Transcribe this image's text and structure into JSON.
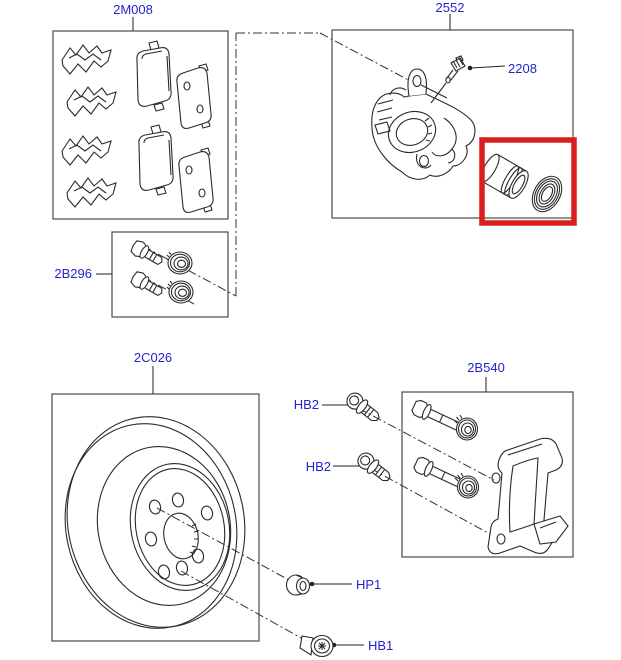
{
  "parts": {
    "pad_kit": "2M008",
    "caliper": "2552",
    "bleed_screw": "2208",
    "guide_pin_kit": "2B296",
    "disc": "2C026",
    "anchor_bracket": "2B540",
    "guide_bolt_upper": "HB2",
    "guide_bolt_lower": "HB2",
    "disc_plug": "HP1",
    "disc_screw": "HB1"
  },
  "colors": {
    "label_text": "#2424cc",
    "highlight_box": "#d81f1f",
    "line_art": "#2a2a2a",
    "frame_border": "#4a4a4a",
    "background": "#ffffff"
  }
}
